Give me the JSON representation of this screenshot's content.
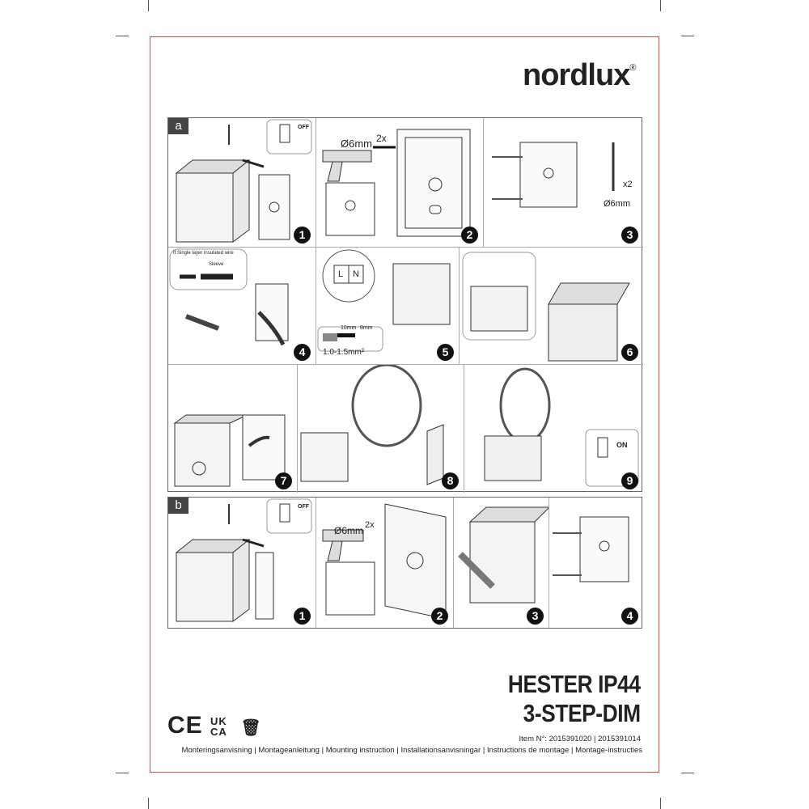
{
  "brand": {
    "name": "nordlux",
    "reg": "®"
  },
  "sections": [
    {
      "label": "a",
      "steps": [
        "1",
        "2",
        "3",
        "4",
        "5",
        "6",
        "7",
        "8",
        "9"
      ]
    },
    {
      "label": "b",
      "steps": [
        "1",
        "2",
        "3",
        "4"
      ]
    }
  ],
  "annotations": {
    "off": "OFF",
    "on": "ON",
    "drill": "Ø6mm",
    "times2": "2x",
    "x2": "x2",
    "drill2": "Ø6mm",
    "single_layer": "If Single layer insulated wire",
    "sleeve": "Sleeve",
    "live": "L",
    "neutral": "N",
    "strip1": "10mm",
    "strip2": "8mm",
    "wire_gauge": "1.0-1.5mm²"
  },
  "product": {
    "name": "HESTER IP44",
    "variant": "3-STEP-DIM",
    "item_no": "Item N°: 2015391020 | 2015391014"
  },
  "certifications": {
    "ce": "CE",
    "ukca": "UK CA"
  },
  "languages": "Monteringsanvisning | Montageanleitung | Mounting instruction | Installationsanvisningar | Instructions de montage | Montage-instructies"
}
